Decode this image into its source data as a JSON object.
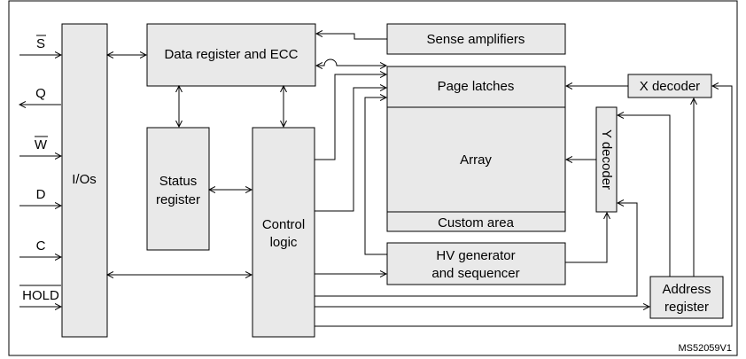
{
  "blocks": {
    "ios": "I/Os",
    "data_register": "Data register and ECC",
    "sense_amplifiers": "Sense amplifiers",
    "page_latches": "Page latches",
    "x_decoder": "X decoder",
    "status_register": [
      "Status",
      "register"
    ],
    "control_logic": [
      "Control",
      "logic"
    ],
    "array": "Array",
    "custom_area": "Custom area",
    "y_decoder": "Y decoder",
    "hv_generator": [
      "HV generator",
      "and sequencer"
    ],
    "address_register": [
      "Address",
      "register"
    ]
  },
  "signals": [
    "S",
    "Q",
    "W",
    "D",
    "C",
    "HOLD"
  ],
  "reference": "MS52059V1"
}
